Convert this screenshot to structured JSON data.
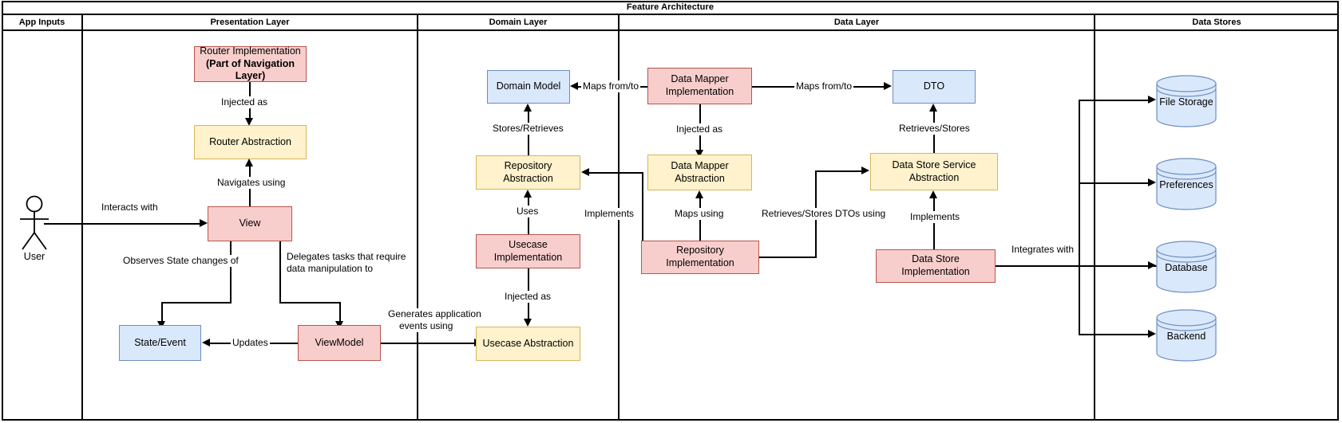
{
  "diagram": {
    "title": "Feature Architecture",
    "lanes": [
      {
        "id": "app-inputs",
        "label": "App Inputs"
      },
      {
        "id": "presentation-layer",
        "label": "Presentation Layer"
      },
      {
        "id": "domain-layer",
        "label": "Domain Layer"
      },
      {
        "id": "data-layer",
        "label": "Data Layer"
      },
      {
        "id": "data-stores",
        "label": "Data Stores"
      }
    ],
    "actor": {
      "label": "User"
    },
    "nodes": {
      "router_impl_line1": "Router Implementation",
      "router_impl_line2": "(Part of Navigation Layer)",
      "router_abstraction": "Router Abstraction",
      "view": "View",
      "state_event": "State/Event",
      "viewmodel": "ViewModel",
      "domain_model": "Domain Model",
      "repository_abstraction": "Repository Abstraction",
      "usecase_implementation": "Usecase Implementation",
      "usecase_abstraction": "Usecase Abstraction",
      "data_mapper_impl_line1": "Data Mapper",
      "data_mapper_impl_line2": "Implementation",
      "data_mapper_abs_line1": "Data Mapper",
      "data_mapper_abs_line2": "Abstraction",
      "repository_implementation": "Repository Implementation",
      "dto": "DTO",
      "data_store_service_line1": "Data Store Service",
      "data_store_service_line2": "Abstraction",
      "data_store_implementation": "Data Store Implementation",
      "file_storage": "File Storage",
      "preferences": "Preferences",
      "database": "Database",
      "backend": "Backend"
    },
    "edges": {
      "injected_as_router": "Injected as",
      "navigates_using": "Navigates using",
      "interacts_with": "Interacts with",
      "observes_state_changes_of": "Observes State changes of",
      "delegates_tasks_l1": "Delegates tasks that require",
      "delegates_tasks_l2": "data manipulation to",
      "updates": "Updates",
      "generates_app_events_l1": "Generates application",
      "generates_app_events_l2": "events using",
      "stores_retrieves": "Stores/Retrieves",
      "uses": "Uses",
      "injected_as_usecase": "Injected as",
      "implements_repo": "Implements",
      "maps_from_to_domain": "Maps from/to",
      "maps_from_to_dto": "Maps from/to",
      "injected_as_mapper": "Injected as",
      "maps_using": "Maps using",
      "retrieves_stores_dtos_using": "Retrieves/Stores DTOs using",
      "retrieves_stores": "Retrieves/Stores",
      "implements_datastore": "Implements",
      "integrates_with": "Integrates with"
    },
    "colors": {
      "implementation_fill": "#f8cecc",
      "implementation_stroke": "#b85450",
      "abstraction_fill": "#fff2cc",
      "abstraction_stroke": "#d6b656",
      "model_fill": "#dae8fc",
      "model_stroke": "#6c8ebf",
      "line": "#000000",
      "background": "#ffffff"
    }
  }
}
